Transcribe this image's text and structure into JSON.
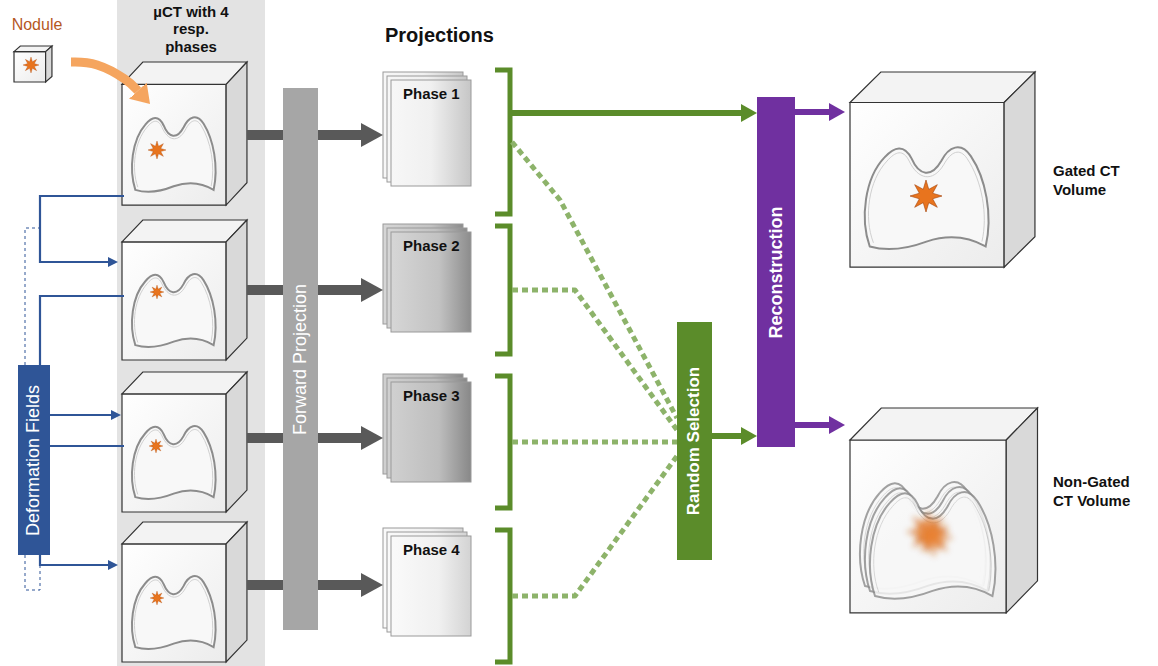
{
  "diagram": {
    "nodes": [
      {
        "text": [
          "Nodule"
        ]
      },
      {
        "text": [
          "µCT with 4 resp. phases"
        ]
      },
      {
        "text": [
          "Deformation Fields"
        ]
      },
      {
        "text": [
          "Forward Projection"
        ]
      },
      {
        "text": [
          "Phase 1"
        ]
      },
      {
        "text": [
          "Phase 2"
        ]
      },
      {
        "text": [
          "Phase 3"
        ]
      },
      {
        "text": [
          "Phase 4"
        ]
      },
      {
        "text": [
          "Random Selection"
        ]
      },
      {
        "text": [
          "Reconstruction"
        ]
      },
      {
        "text": [
          "Gated CT Volume"
        ]
      },
      {
        "text": [
          "Non-Gated CT Volume"
        ]
      }
    ],
    "edges": [
      {
        "from": 0,
        "to": 1,
        "arrow": "to"
      },
      {
        "from": 2,
        "to": 1,
        "arrow": "to"
      },
      {
        "from": 1,
        "to": 3,
        "arrow": "none"
      },
      {
        "from": 3,
        "to": 4,
        "arrow": "to"
      },
      {
        "from": 3,
        "to": 5,
        "arrow": "to"
      },
      {
        "from": 3,
        "to": 6,
        "arrow": "to"
      },
      {
        "from": 3,
        "to": 7,
        "arrow": "to"
      },
      {
        "from": 4,
        "to": 9,
        "arrow": "to"
      },
      {
        "from": 4,
        "to": 8,
        "arrow": "none"
      },
      {
        "from": 5,
        "to": 8,
        "arrow": "none"
      },
      {
        "from": 6,
        "to": 8,
        "arrow": "none"
      },
      {
        "from": 7,
        "to": 8,
        "arrow": "none"
      },
      {
        "from": 8,
        "to": 9,
        "arrow": "to"
      },
      {
        "from": 9,
        "to": 10,
        "arrow": "to"
      },
      {
        "from": 9,
        "to": 11,
        "arrow": "to"
      }
    ],
    "labels": [
      "Projections"
    ]
  }
}
